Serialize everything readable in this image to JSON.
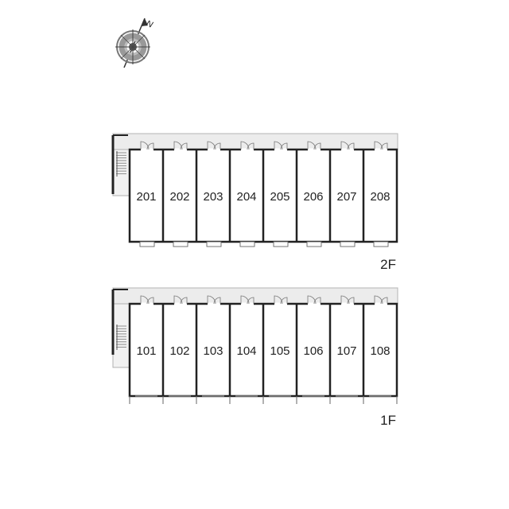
{
  "compass": {
    "north_label": "N",
    "icon": "compass-rose-icon"
  },
  "floors": [
    {
      "id": "2f",
      "label": "2F",
      "units": [
        "201",
        "202",
        "203",
        "204",
        "205",
        "206",
        "207",
        "208"
      ],
      "has_balconies": true
    },
    {
      "id": "1f",
      "label": "1F",
      "units": [
        "101",
        "102",
        "103",
        "104",
        "105",
        "106",
        "107",
        "108"
      ],
      "has_balconies": false
    }
  ],
  "colors": {
    "wall": "#222222",
    "corridor": "#ececec",
    "unit_fill": "#ffffff",
    "door_line": "#777777"
  }
}
